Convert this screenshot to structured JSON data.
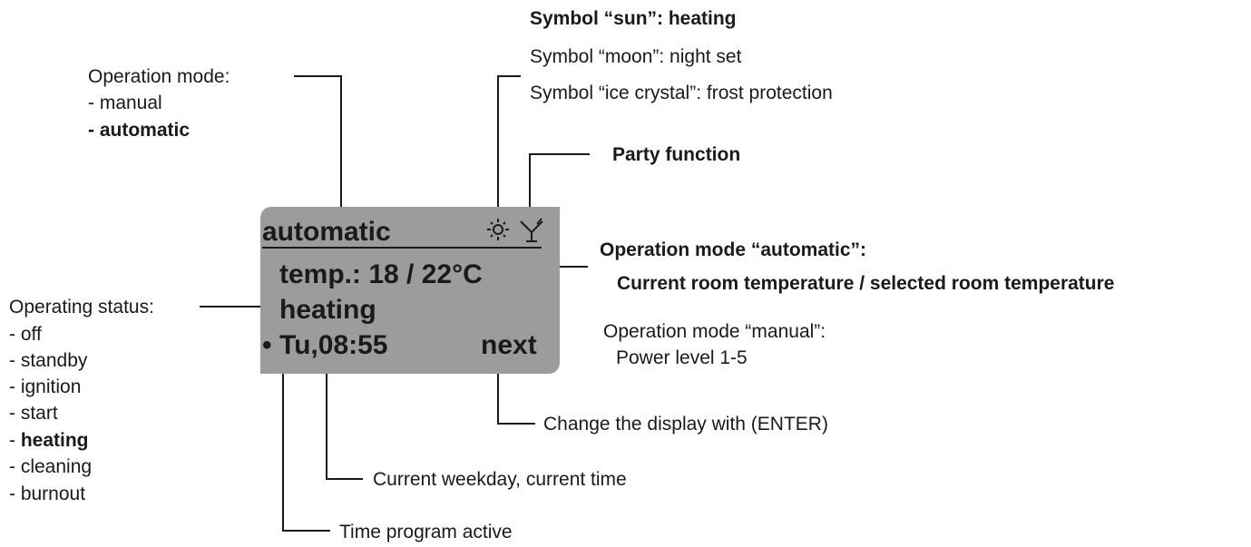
{
  "display": {
    "mode": "automatic",
    "temperature": "temp.: 18 / 22°C",
    "status": "heating",
    "bullet": "•",
    "day_time": "Tu,08:55",
    "next": "next",
    "bg_color": "#9c9c9c"
  },
  "callouts": {
    "operation_mode": {
      "title": "Operation mode:",
      "options": [
        "manual",
        "automatic"
      ],
      "active": "automatic"
    },
    "operating_status": {
      "title": "Operating status:",
      "options": [
        "off",
        "standby",
        "ignition",
        "start",
        "heating",
        "cleaning",
        "burnout"
      ],
      "active": "heating"
    },
    "symbols": {
      "sun": "Symbol “sun”: heating",
      "moon": "Symbol “moon”: night set",
      "ice": "Symbol “ice crystal”: frost protection"
    },
    "party": "Party function",
    "auto_mode": {
      "title": "Operation mode “automatic”:",
      "text": "Current room temperature / selected room temperature"
    },
    "manual_mode": {
      "title": "Operation mode “manual”:",
      "text": "Power level 1-5"
    },
    "enter": "Change the display with (ENTER)",
    "weekday": "Current weekday, current time",
    "time_program": "Time program active"
  }
}
